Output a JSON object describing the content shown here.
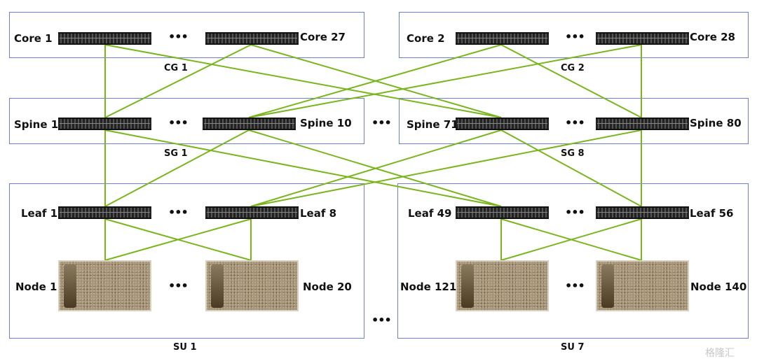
{
  "core": {
    "labels": [
      "Core 1",
      "Core 27",
      "Core 2",
      "Core 28"
    ],
    "groups": [
      "CG 1",
      "CG 2"
    ]
  },
  "spine": {
    "labels": [
      "Spine 1",
      "Spine 10",
      "Spine 71",
      "Spine 80"
    ],
    "groups": [
      "SG 1",
      "SG 8"
    ]
  },
  "leaf": {
    "labels": [
      "Leaf 1",
      "Leaf 8",
      "Leaf 49",
      "Leaf 56"
    ]
  },
  "node": {
    "labels": [
      "Node 1",
      "Node 20",
      "Node 121",
      "Node 140"
    ]
  },
  "su": {
    "labels": [
      "SU 1",
      "SU 7"
    ]
  },
  "ellipsis": "•••",
  "watermark": "格隆汇",
  "colors": {
    "link": "#7ab51d",
    "box": "#6f7fd0"
  }
}
